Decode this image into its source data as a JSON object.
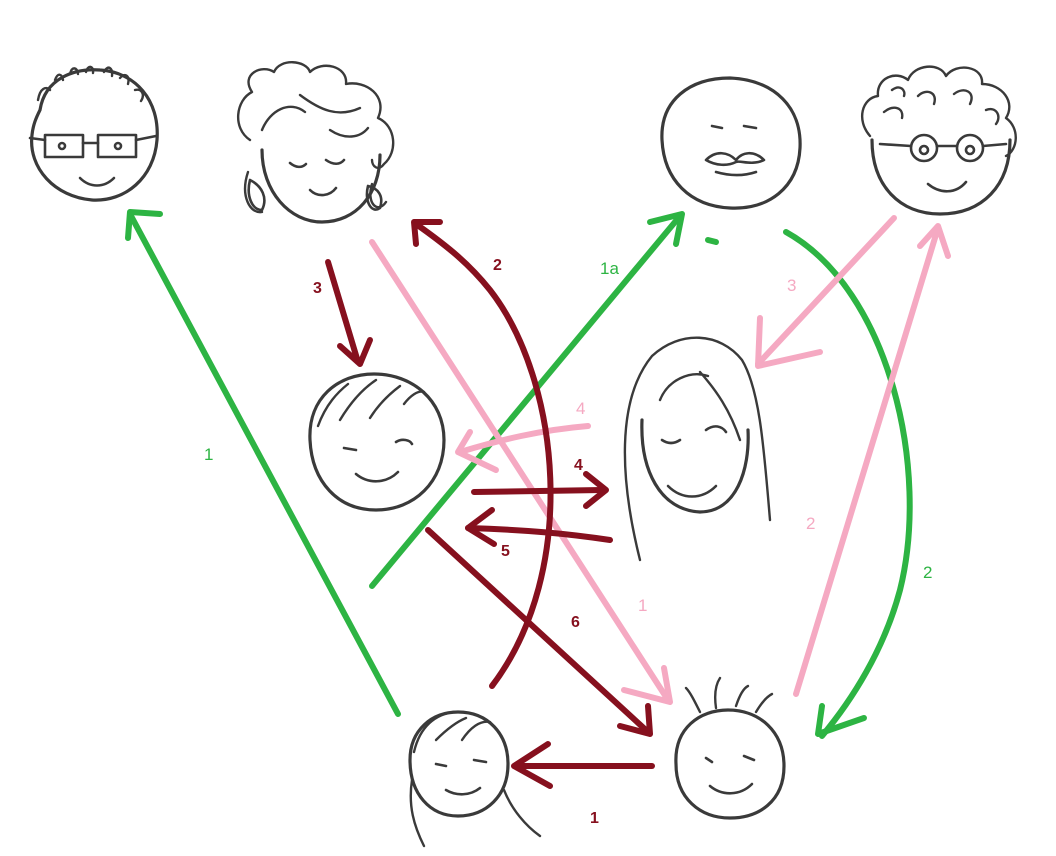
{
  "colors": {
    "green": "#2db443",
    "maroon": "#86101e",
    "pink": "#f5a9c2"
  },
  "people": [
    {
      "id": "glasses-boy",
      "icon": "face-with-square-glasses"
    },
    {
      "id": "curly-woman",
      "icon": "face-with-curly-hair-and-earrings"
    },
    {
      "id": "bald-man",
      "icon": "face-with-mustache"
    },
    {
      "id": "grandma",
      "icon": "face-with-round-glasses-and-curls"
    },
    {
      "id": "center-boy",
      "icon": "face-with-bangs"
    },
    {
      "id": "long-hair-woman",
      "icon": "face-with-long-hair"
    },
    {
      "id": "bottom-girl",
      "icon": "face-with-shoulder-hair"
    },
    {
      "id": "spiky-kid",
      "icon": "face-with-spiky-hair"
    }
  ],
  "arrows": {
    "green": [
      {
        "label": "1",
        "from": "bottom-girl",
        "to": "glasses-boy"
      },
      {
        "label": "1a",
        "from": "center-boy",
        "to": "bald-man"
      },
      {
        "label": "2",
        "from": "bald-man",
        "to": "spiky-kid"
      }
    ],
    "pink": [
      {
        "label": "1",
        "from": "curly-woman",
        "to": "spiky-kid"
      },
      {
        "label": "2",
        "from": "spiky-kid",
        "to": "grandma"
      },
      {
        "label": "3",
        "from": "grandma",
        "to": "long-hair-woman"
      },
      {
        "label": "4",
        "from": "long-hair-woman",
        "to": "center-boy"
      }
    ],
    "maroon": [
      {
        "label": "1",
        "from": "spiky-kid",
        "to": "bottom-girl"
      },
      {
        "label": "2",
        "from": "bottom-girl",
        "to": "curly-woman"
      },
      {
        "label": "3",
        "from": "curly-woman",
        "to": "center-boy"
      },
      {
        "label": "4",
        "from": "center-boy",
        "to": "long-hair-woman"
      },
      {
        "label": "5",
        "from": "long-hair-woman",
        "to": "center-boy"
      },
      {
        "label": "6",
        "from": "center-boy",
        "to": "spiky-kid"
      }
    ]
  }
}
